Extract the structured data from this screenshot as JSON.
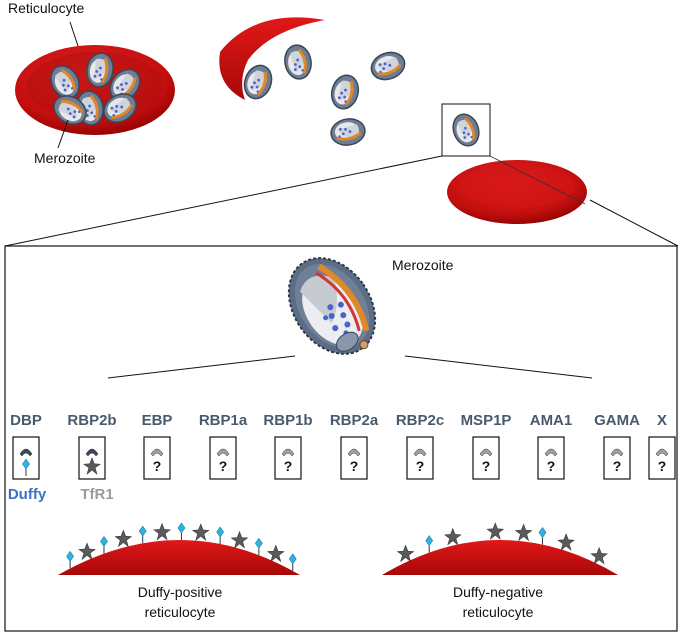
{
  "labels": {
    "reticulocyte": "Reticulocyte",
    "merozoite_top": "Merozoite",
    "merozoite_panel": "Merozoite"
  },
  "ligands": [
    {
      "name": "DBP",
      "unknown": false
    },
    {
      "name": "RBP2b",
      "unknown": false
    },
    {
      "name": "EBP",
      "unknown": true
    },
    {
      "name": "RBP1a",
      "unknown": true
    },
    {
      "name": "RBP1b",
      "unknown": true
    },
    {
      "name": "RBP2a",
      "unknown": true
    },
    {
      "name": "RBP2c",
      "unknown": true
    },
    {
      "name": "MSP1P",
      "unknown": true
    },
    {
      "name": "AMA1",
      "unknown": true
    },
    {
      "name": "GAMA",
      "unknown": true
    },
    {
      "name": "X",
      "unknown": true
    }
  ],
  "unknown_symbol": "?",
  "receptors": {
    "duffy": {
      "label": "Duffy",
      "color": "#3a73c4"
    },
    "tfr1": {
      "label": "TfR1",
      "color": "#9a9a9a"
    }
  },
  "cells": {
    "positive": {
      "line1": "Duffy-positive",
      "line2": "reticulocyte"
    },
    "negative": {
      "line1": "Duffy-negative",
      "line2": "reticulocyte"
    }
  },
  "colors": {
    "rbc_red": "#cc1111",
    "rbc_dark": "#8a0000",
    "merozoite_blue": "#5c6d86",
    "ligand_text": "#4a5a6e",
    "duffy_cyan": "#2fb3e6",
    "star_gray": "#5a5a5a"
  }
}
